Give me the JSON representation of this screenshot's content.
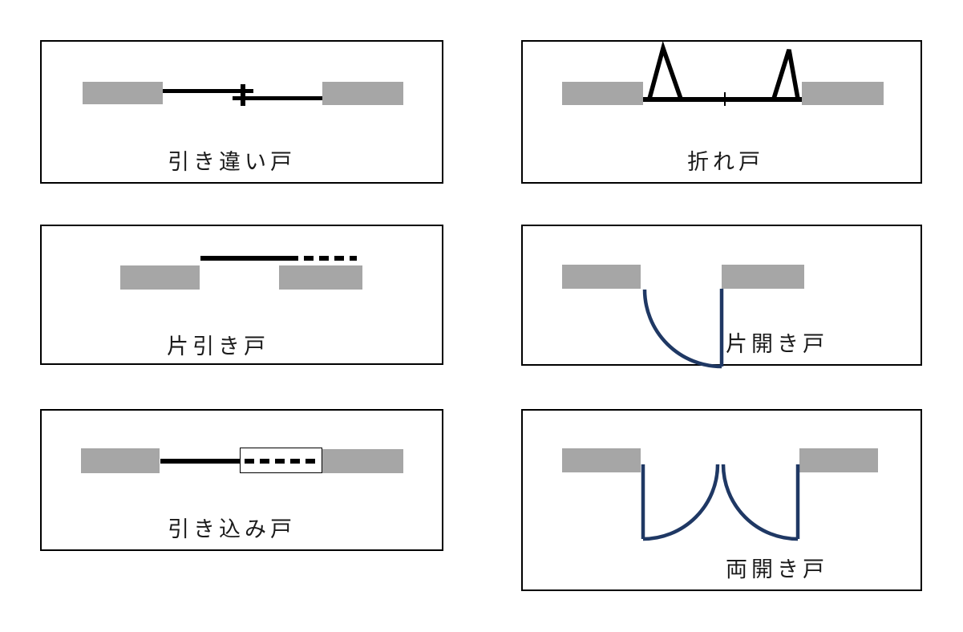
{
  "diagram": {
    "title_implicit": "Japanese door type plan symbols",
    "colors": {
      "wall_gray": "#a6a6a6",
      "line_black": "#000000",
      "swing_door_navy": "#1f3864",
      "panel_border": "#000000",
      "label_text": "#1a1a1a",
      "background": "#ffffff"
    }
  },
  "panels": [
    {
      "label": "引き違い戸",
      "type": "double-sliding-door"
    },
    {
      "label": "折れ戸",
      "type": "folding-door"
    },
    {
      "label": "片引き戸",
      "type": "single-sliding-door"
    },
    {
      "label": "片開き戸",
      "type": "single-swing-door"
    },
    {
      "label": "引き込み戸",
      "type": "pocket-door"
    },
    {
      "label": "両開き戸",
      "type": "double-swing-door"
    }
  ]
}
